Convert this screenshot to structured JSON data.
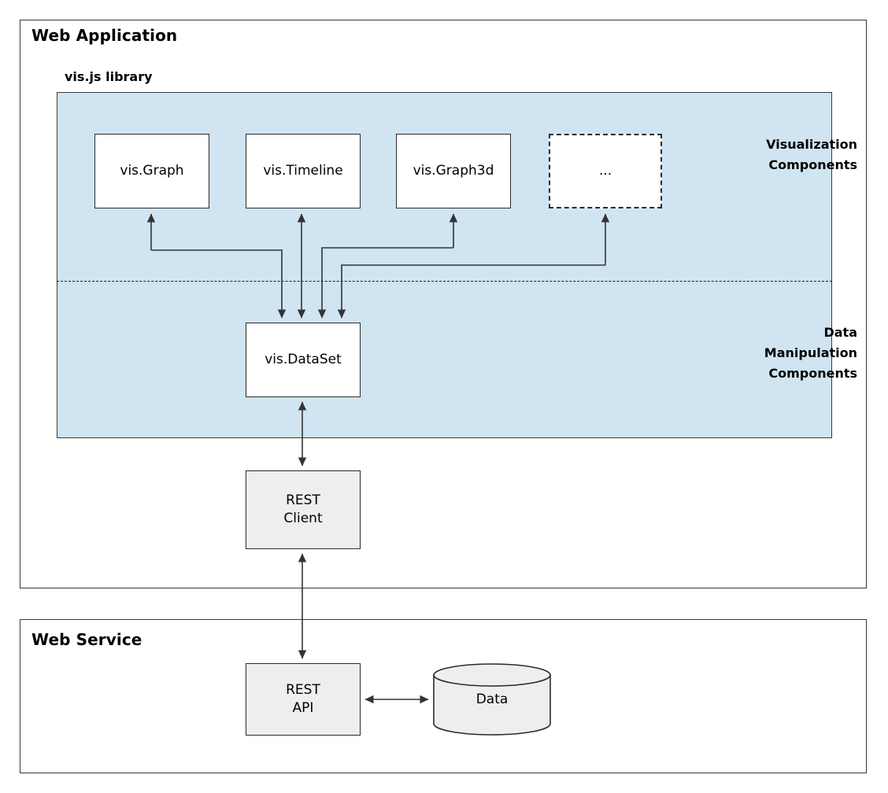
{
  "diagram": {
    "panels": [
      {
        "id": "web-application",
        "title": "Web Application"
      },
      {
        "id": "web-service",
        "title": "Web Service"
      }
    ],
    "library": {
      "title": "vis.js library",
      "fill_color": "#d0e4f2",
      "captions": {
        "visualization": "Visualization\nComponents",
        "data_manipulation": "Data\nManipulation\nComponents"
      }
    },
    "nodes": {
      "vis_graph": "vis.Graph",
      "vis_timeline": "vis.Timeline",
      "vis_graph3d": "vis.Graph3d",
      "ellipsis": "...",
      "vis_dataset": "vis.DataSet",
      "rest_client": "REST\nClient",
      "rest_api": "REST\nAPI",
      "data_store": "Data"
    },
    "colors": {
      "library_fill": "#d0e4f2",
      "node_fill": "#ffffff",
      "grey_node_fill": "#eeeeee",
      "stroke": "#2b2b2b"
    }
  }
}
